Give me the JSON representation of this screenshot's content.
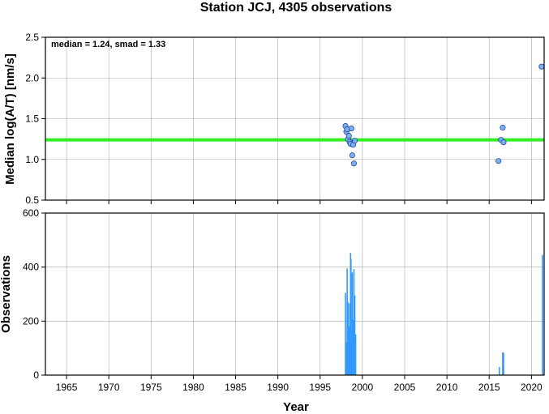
{
  "chart_data": [
    {
      "type": "scatter",
      "title": "Station JCJ, 4305 observations",
      "xlabel": "",
      "ylabel": "Median log(A/T) [nm/s]",
      "xlim": [
        1962.5,
        2021.5
      ],
      "ylim": [
        0.5,
        2.5
      ],
      "yticks": [
        0.5,
        1.0,
        1.5,
        2.0,
        2.5
      ],
      "ytick_labels": [
        "0.5",
        "1.0",
        "1.5",
        "2.0",
        "2.5"
      ],
      "grid": true,
      "annotation": "median = 1.24, smad = 1.33",
      "median_line": 1.24,
      "median_line_color": "#33ee22",
      "point_color": "#7aaef5",
      "points": [
        {
          "x": 1998.0,
          "y": 1.41
        },
        {
          "x": 1998.1,
          "y": 1.34
        },
        {
          "x": 1998.2,
          "y": 1.37
        },
        {
          "x": 1998.3,
          "y": 1.25
        },
        {
          "x": 1998.4,
          "y": 1.29
        },
        {
          "x": 1998.5,
          "y": 1.21
        },
        {
          "x": 1998.6,
          "y": 1.19
        },
        {
          "x": 1998.7,
          "y": 1.38
        },
        {
          "x": 1998.8,
          "y": 1.05
        },
        {
          "x": 1998.9,
          "y": 1.18
        },
        {
          "x": 1999.0,
          "y": 0.95
        },
        {
          "x": 1999.1,
          "y": 1.23
        },
        {
          "x": 2016.1,
          "y": 0.98
        },
        {
          "x": 2016.4,
          "y": 1.24
        },
        {
          "x": 2016.6,
          "y": 1.39
        },
        {
          "x": 2016.7,
          "y": 1.21
        },
        {
          "x": 2021.2,
          "y": 2.14
        }
      ]
    },
    {
      "type": "bar",
      "xlabel": "Year",
      "ylabel": "Observations",
      "xlim": [
        1962.5,
        2021.5
      ],
      "ylim": [
        0,
        600
      ],
      "yticks": [
        0,
        200,
        400,
        600
      ],
      "ytick_labels": [
        "0",
        "200",
        "400",
        "600"
      ],
      "xticks": [
        1965,
        1970,
        1975,
        1980,
        1985,
        1990,
        1995,
        2000,
        2005,
        2010,
        2015,
        2020
      ],
      "xtick_labels": [
        "1965",
        "1970",
        "1975",
        "1980",
        "1985",
        "1990",
        "1995",
        "2000",
        "2005",
        "2010",
        "2015",
        "2020"
      ],
      "grid": true,
      "bar_color": "#3399ff",
      "bars": [
        {
          "x": 1998.0,
          "y": 305
        },
        {
          "x": 1998.1,
          "y": 120
        },
        {
          "x": 1998.2,
          "y": 395
        },
        {
          "x": 1998.3,
          "y": 270
        },
        {
          "x": 1998.4,
          "y": 180
        },
        {
          "x": 1998.5,
          "y": 265
        },
        {
          "x": 1998.6,
          "y": 452
        },
        {
          "x": 1998.65,
          "y": 430
        },
        {
          "x": 1998.7,
          "y": 120
        },
        {
          "x": 1998.8,
          "y": 380
        },
        {
          "x": 1998.9,
          "y": 205
        },
        {
          "x": 1999.0,
          "y": 392
        },
        {
          "x": 1999.1,
          "y": 295
        },
        {
          "x": 1999.2,
          "y": 150
        },
        {
          "x": 2016.2,
          "y": 30
        },
        {
          "x": 2016.6,
          "y": 85
        },
        {
          "x": 2016.7,
          "y": 82
        },
        {
          "x": 2021.3,
          "y": 445
        }
      ]
    }
  ]
}
